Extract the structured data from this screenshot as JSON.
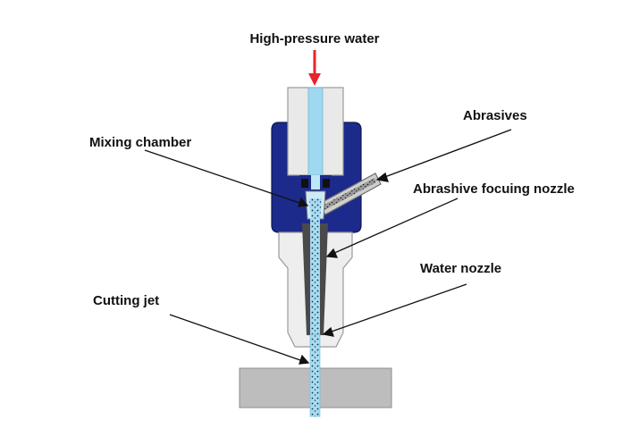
{
  "labels": {
    "high_pressure_water": "High-pressure water",
    "abrasives": "Abrasives",
    "mixing_chamber": "Mixing chamber",
    "focusing_nozzle": "Abrashive focuing nozzle",
    "water_nozzle": "Water nozzle",
    "cutting_jet": "Cutting jet"
  },
  "colors": {
    "housing": "#1c2a8c",
    "inlet": "#e9e9e9",
    "water": "#9fd8f0",
    "focusing_tube": "#4a4a4a",
    "workpiece": "#bdbdbd",
    "arrow": "#e8232a",
    "leader": "#111111"
  },
  "icons": {
    "flow_arrow": "down-arrow-icon"
  }
}
